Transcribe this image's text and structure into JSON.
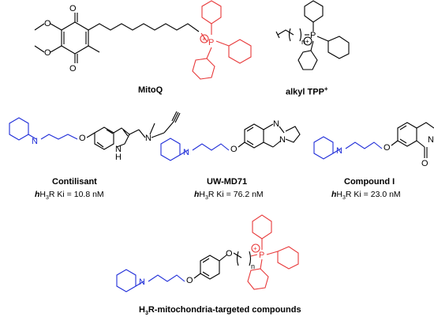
{
  "compounds": {
    "mitoq": {
      "name": "MitoQ"
    },
    "alkyl_tpp": {
      "name": "alkyl TPP",
      "charge": "+"
    },
    "contilisant": {
      "name": "Contilisant",
      "ki_prefix": "h",
      "ki_mid": "H",
      "ki_sub": "3",
      "ki_rest": "R Ki = 10.8 nM"
    },
    "uw_md71": {
      "name": "UW-MD71",
      "ki_prefix": "h",
      "ki_mid": "H",
      "ki_sub": "3",
      "ki_rest": "R Ki = 76.2 nM"
    },
    "compound_i": {
      "name": "Compound I",
      "ki_prefix": "h",
      "ki_mid": "H",
      "ki_sub": "3",
      "ki_rest": "R Ki = 23.0 nM"
    },
    "targeted": {
      "name_pre": "H",
      "name_sub": "3",
      "name_rest": "R-mitochondria-targeted compounds"
    }
  },
  "atoms": {
    "P": "P",
    "plus": "+",
    "O": "O",
    "N": "N",
    "H": "H",
    "n": "n"
  },
  "colors": {
    "tpp": "#e8393a",
    "pharmacophore": "#1f2dd8",
    "core": "#000000"
  }
}
